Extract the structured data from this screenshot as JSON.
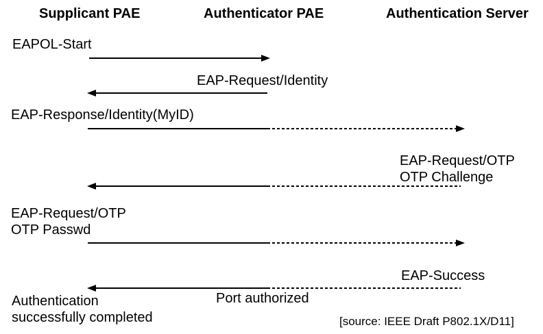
{
  "title_row": {
    "supplicant": "Supplicant PAE",
    "authenticator": "Authenticator PAE",
    "auth_server": "Authentication Server"
  },
  "messages": {
    "eapol_start": "EAPOL-Start",
    "eap_request_identity": "EAP-Request/Identity",
    "eap_response_identity": "EAP-Response/Identity(MyID)",
    "eap_request_otp": {
      "line1": "EAP-Request/OTP",
      "line2": "OTP Challenge"
    },
    "eap_response_otp": {
      "line1": "EAP-Request/OTP",
      "line2": "OTP Passwd"
    },
    "eap_success": "EAP-Success",
    "port_authorized": "Port authorized",
    "completion": {
      "line1": "Authentication",
      "line2": "successfully completed"
    }
  },
  "footer": {
    "source": "[source: IEEE Draft P802.1X/D11]"
  },
  "colors": {
    "ink": "#000000",
    "background": "#ffffff"
  }
}
